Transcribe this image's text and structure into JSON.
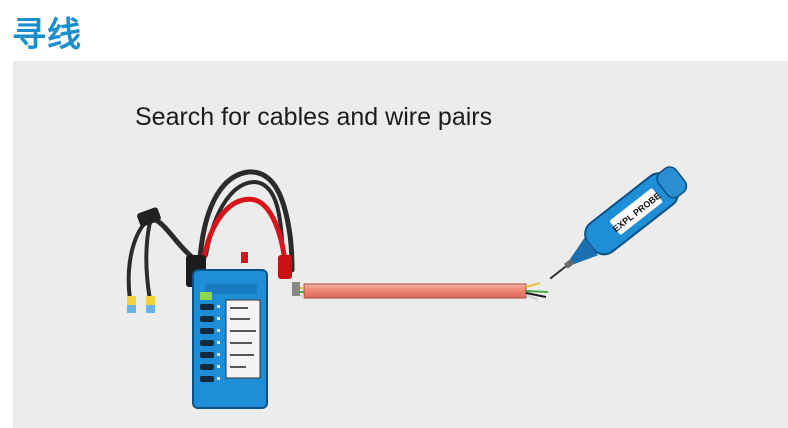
{
  "header": {
    "title": "寻线"
  },
  "slide": {
    "caption": "Search for cables and wire pairs"
  },
  "probe": {
    "label": "EXPL PROBE"
  },
  "icons": [
    "cable-tester-icon",
    "probe-icon",
    "cable-icon"
  ],
  "colors": {
    "title": "#1a8fd0",
    "panel": "#ececec",
    "device": "#1e8fd6",
    "cable": "#f08878",
    "lead_red": "#d8141a"
  }
}
